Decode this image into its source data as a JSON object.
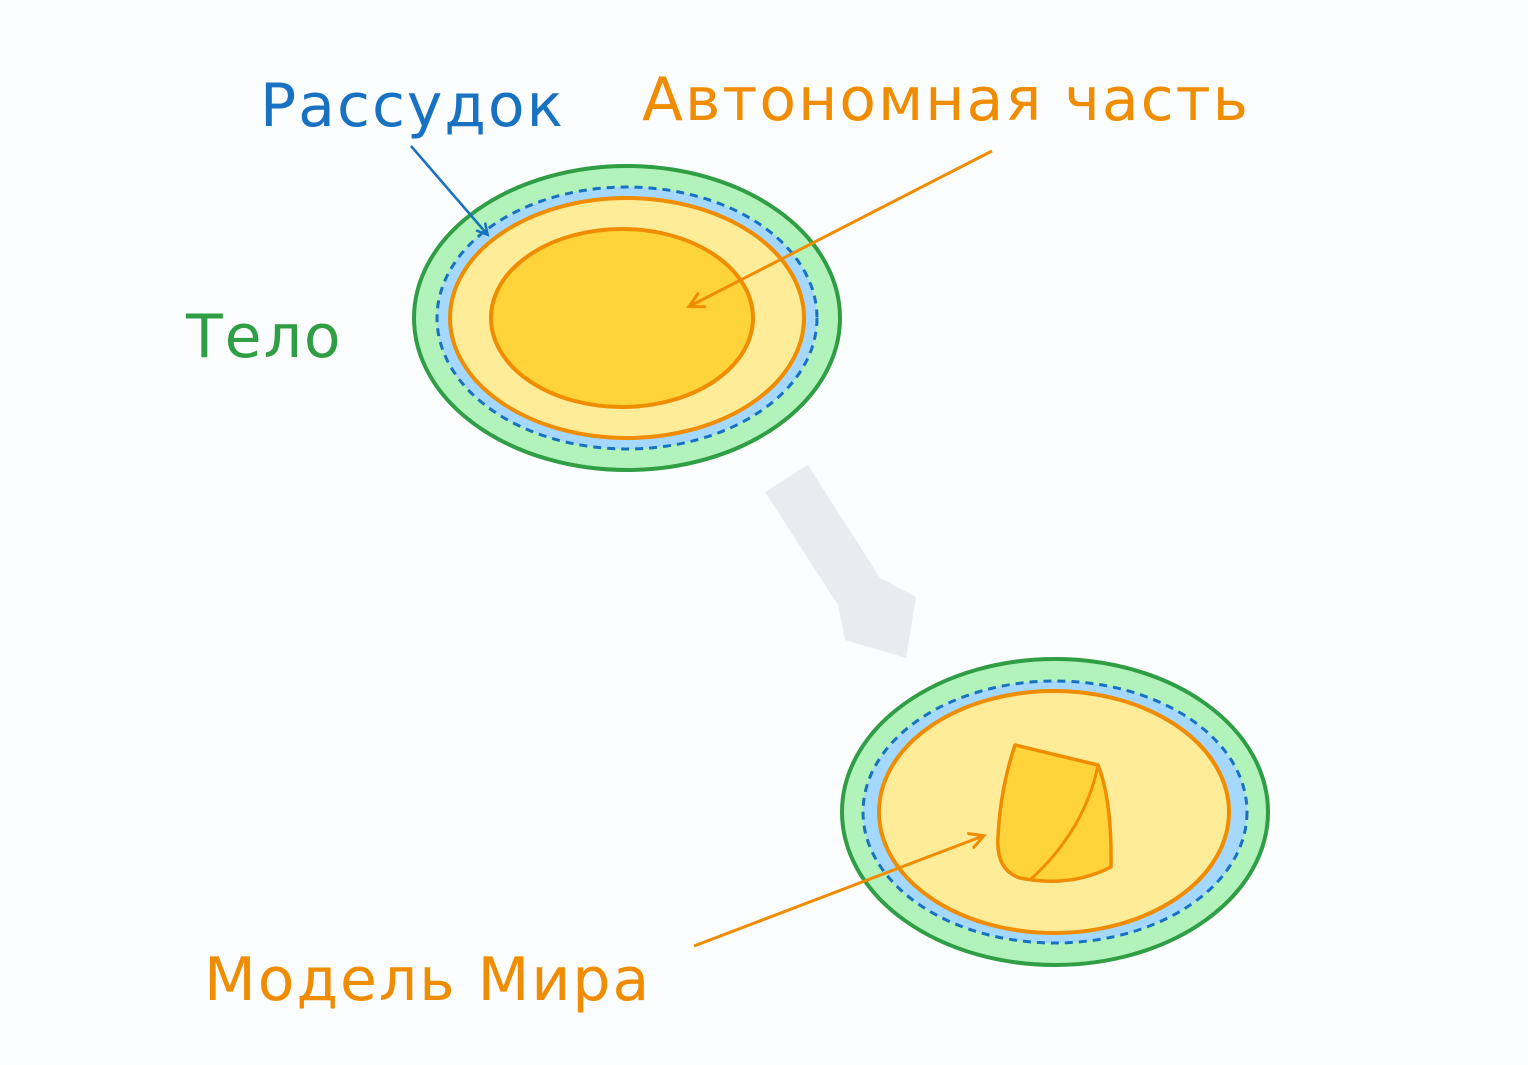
{
  "labels": {
    "mind": "Рассудок",
    "autonomous_part": "Автономная часть",
    "body": "Тело",
    "world_model": "Модель Мира"
  },
  "colors": {
    "background": "#fcfdfe",
    "body_fill": "#b2f2bb",
    "body_stroke": "#2f9e44",
    "mind_fill": "#a5d8ff",
    "mind_stroke": "#1971c2",
    "inner_fill": "#ffec99",
    "accent_fill": "#ffd43b",
    "accent_stroke": "#f08c00",
    "flow_arrow": "#e9ecef"
  }
}
